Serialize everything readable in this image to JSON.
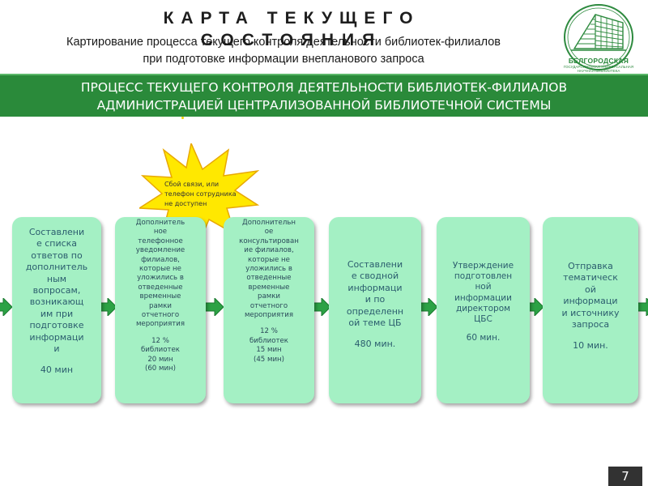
{
  "header": {
    "title_line1": "КАРТА ТЕКУЩЕГО",
    "title_line2": "СОСТОЯНИЯ",
    "subtitle_line1": "Картирование процесса текущего контроля деятельности библиотек-филиалов",
    "subtitle_line2": "при подготовке информации внепланового запроса"
  },
  "logo": {
    "text_line1": "БЕЛГОРОДСКАЯ",
    "text_line2": "ГОСУДАРСТВЕННАЯ УНИВЕРСАЛЬНАЯ",
    "text_line3": "НАУЧНАЯ БИБЛИОТЕКА"
  },
  "banner": {
    "line1": "ПРОЦЕСС ТЕКУЩЕГО КОНТРОЛЯ ДЕЯТЕЛЬНОСТИ БИБЛИОТЕК-ФИЛИАЛОВ",
    "line2": "АДМИНИСТРАЦИЕЙ ЦЕНТРАЛИЗОВАННОЙ БИБЛИОТЕЧНОЙ СИСТЕМЫ"
  },
  "callout": {
    "lines": [
      "Сбой связи, или",
      "телефон сотрудника",
      "не доступен"
    ]
  },
  "steps": [
    {
      "text": [
        "Составлени",
        "е списка",
        "ответов по",
        "дополнитель",
        "ным",
        "вопросам,",
        "возникающ",
        "им при",
        "подготовке",
        "информаци",
        "и"
      ],
      "time": "40 мин"
    },
    {
      "text": [
        "Дополнитель",
        "ное",
        "телефонное",
        "уведомление",
        "филиалов,",
        "которые не",
        "уложились в",
        "отведенные",
        "временные",
        "рамки",
        "отчетного",
        "мероприятия"
      ],
      "stats": [
        "12 %",
        "библиотек",
        "20 мин",
        "(60 мин)"
      ]
    },
    {
      "text": [
        "Дополнительн",
        "ое",
        "консультирован",
        "ие филиалов,",
        "которые не",
        "уложились в",
        "отведенные",
        "временные",
        "рамки",
        "отчетного",
        "мероприятия"
      ],
      "stats": [
        "12 %",
        "библиотек",
        "15 мин",
        "(45 мин)"
      ]
    },
    {
      "text": [
        "Составлени",
        "е сводной",
        "информаци",
        "и по",
        "определенн",
        "ой теме ЦБ"
      ],
      "time": "480 мин."
    },
    {
      "text": [
        "Утверждение",
        "подготовлен",
        "ной",
        "информации",
        "директором",
        "ЦБС"
      ],
      "time": "60 мин."
    },
    {
      "text": [
        "Отправка",
        "тематическ",
        "ой",
        "информаци",
        "и источнику",
        "запроса"
      ],
      "time": "10 мин."
    }
  ],
  "page_number": "7",
  "colors": {
    "banner": "#2a8a3a",
    "box_fill": "#a4f0c4",
    "box_text": "#2b5d6e",
    "arrow": "#2ca245",
    "star": "#ffe800",
    "star_outline": "#e8a800"
  }
}
